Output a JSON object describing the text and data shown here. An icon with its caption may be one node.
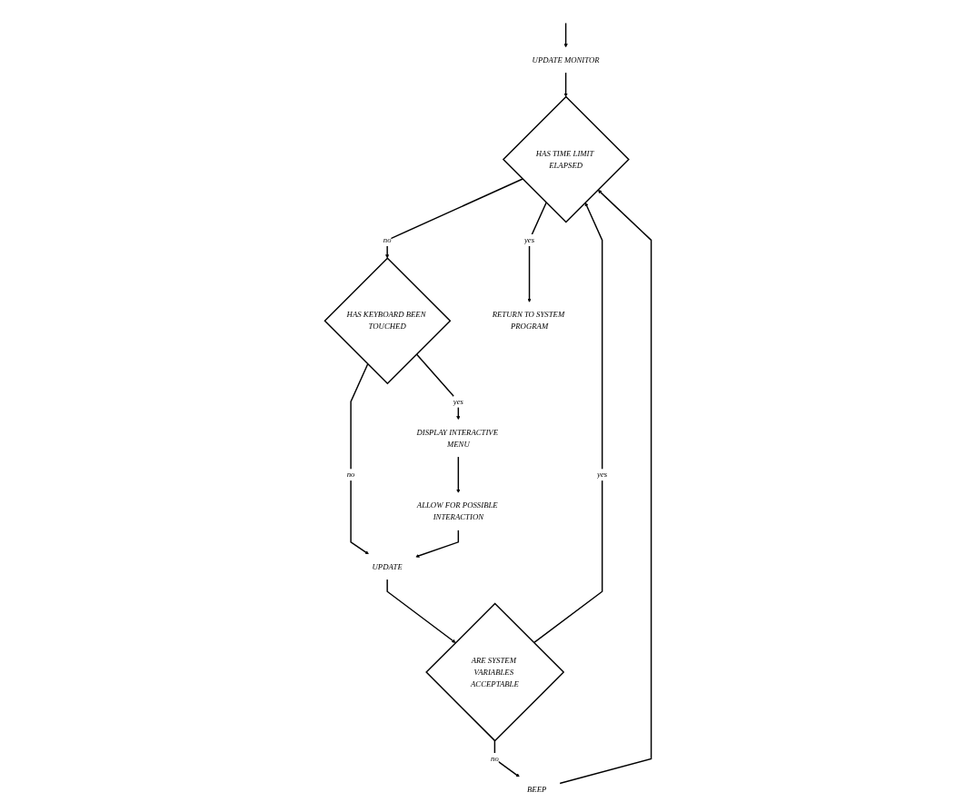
{
  "diagram": {
    "nodes": [
      {
        "text": [
          "UPDATE MONITOR"
        ]
      },
      {
        "text": [
          "HAS TIME LIMIT ELAPSED"
        ]
      },
      {
        "text": [
          "HAS KEYBOARD BEEN TOUCHED"
        ]
      },
      {
        "text": [
          "UPDATE"
        ]
      },
      {
        "text": [
          "ARE SYSTEM VARIABLES ACCEPTABLE"
        ]
      },
      {
        "text": [
          "BEEP"
        ]
      },
      {
        "text": [
          "DISPLAY INTERACTIVE MENU"
        ]
      },
      {
        "text": [
          "ALLOW FOR POSSIBLE INTERACTION"
        ]
      },
      {
        "text": [
          "RETURN TO SYSTEM PROGRAM"
        ]
      }
    ],
    "edges": [
      {
        "from": null,
        "to": 0,
        "arrow": "to"
      },
      {
        "from": 0,
        "to": 1,
        "arrow": "to"
      },
      {
        "from": 1,
        "to": 2,
        "label": "no",
        "arrow": "to"
      },
      {
        "from": 2,
        "to": 3,
        "label": "no",
        "arrow": "to"
      },
      {
        "from": 3,
        "to": 4,
        "arrow": "to"
      },
      {
        "from": 4,
        "to": 5,
        "label": "no",
        "arrow": "to"
      },
      {
        "from": 4,
        "to": 1,
        "label": "yes",
        "arrow": "to"
      },
      {
        "from": 5,
        "to": 1,
        "arrow": "to"
      },
      {
        "from": 1,
        "to": 8,
        "label": "yes",
        "arrow": "to"
      },
      {
        "from": 2,
        "to": 6,
        "label": "yes",
        "arrow": "to"
      },
      {
        "from": 6,
        "to": 7,
        "arrow": "to"
      },
      {
        "from": 7,
        "to": 3,
        "arrow": "to"
      }
    ]
  }
}
